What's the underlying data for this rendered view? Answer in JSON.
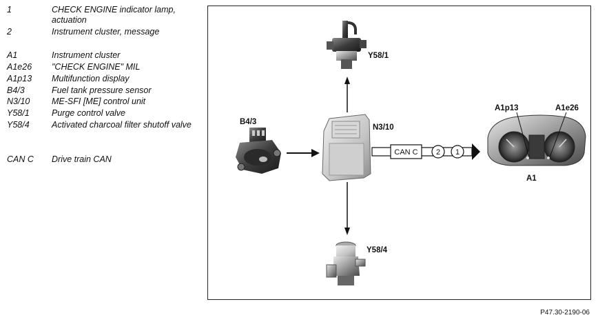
{
  "legend": [
    {
      "code": "1",
      "desc": "CHECK ENGINE indicator lamp, actuation"
    },
    {
      "code": "2",
      "desc": "Instrument cluster, message"
    },
    {
      "code": "A1",
      "desc": "Instrument cluster"
    },
    {
      "code": "A1e26",
      "desc": "\"CHECK ENGINE\" MIL"
    },
    {
      "code": "A1p13",
      "desc": "Multifunction display"
    },
    {
      "code": "B4/3",
      "desc": "Fuel tank pressure sensor"
    },
    {
      "code": "N3/10",
      "desc": "ME-SFI [ME] control unit"
    },
    {
      "code": "Y58/1",
      "desc": "Purge control valve"
    },
    {
      "code": "Y58/4",
      "desc": "Activated charcoal filter shutoff valve"
    },
    {
      "code": "CAN C",
      "desc": "Drive train CAN"
    }
  ],
  "diagram": {
    "labels": {
      "y58_1": "Y58/1",
      "b4_3": "B4/3",
      "n3_10": "N3/10",
      "y58_4": "Y58/4",
      "a1": "A1",
      "a1p13": "A1p13",
      "a1e26": "A1e26"
    },
    "can_label": "CAN C",
    "message_numbers": [
      "2",
      "1"
    ]
  },
  "reference_code": "P47.30-2190-06"
}
